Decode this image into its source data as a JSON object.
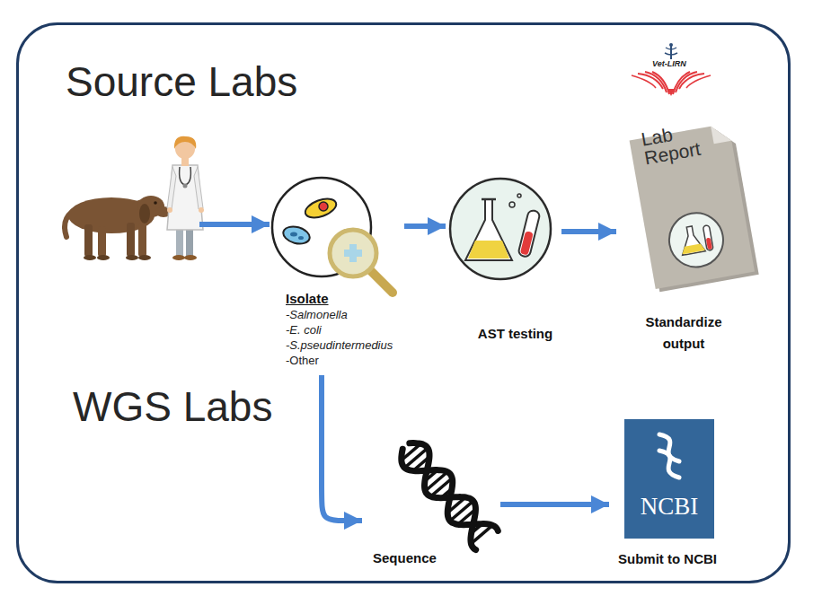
{
  "diagram": {
    "nodes": [
      {
        "text": [
          "Source Labs",
          "WGS Labs"
        ]
      },
      {
        "text": [
          "Isolate",
          "-Salmonella",
          "-E. coli",
          "-S.pseudintermedius",
          "-Other"
        ],
        "in": 0
      },
      {
        "text": [
          "AST testing"
        ],
        "in": 0
      },
      {
        "text": [
          "Lab Report",
          "Standardize output"
        ],
        "in": 0
      },
      {
        "text": [
          "Sequence"
        ],
        "in": 0
      },
      {
        "text": [
          "NCBI",
          "Submit to NCBI"
        ],
        "in": 0
      }
    ],
    "edges": [
      {
        "from": 1,
        "to": 2,
        "arrow": "to"
      },
      {
        "from": 2,
        "to": 3,
        "arrow": "to"
      },
      {
        "from": 1,
        "to": 4,
        "arrow": "to"
      },
      {
        "from": 4,
        "to": 5,
        "arrow": "to"
      }
    ],
    "labels": [
      "Vet-LIRN"
    ]
  }
}
